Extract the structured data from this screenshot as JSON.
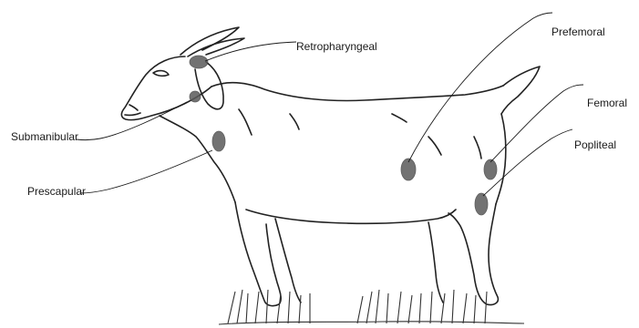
{
  "diagram": {
    "subject": "goat-outline",
    "node_color": "#555555",
    "line_color": "#222222",
    "labels": {
      "retropharyngeal": "Retropharyngeal",
      "submandibular": "Submanibular",
      "prescapular": "Prescapular",
      "prefemoral": "Prefemoral",
      "femoral": "Femoral",
      "popliteal": "Popliteal"
    }
  }
}
